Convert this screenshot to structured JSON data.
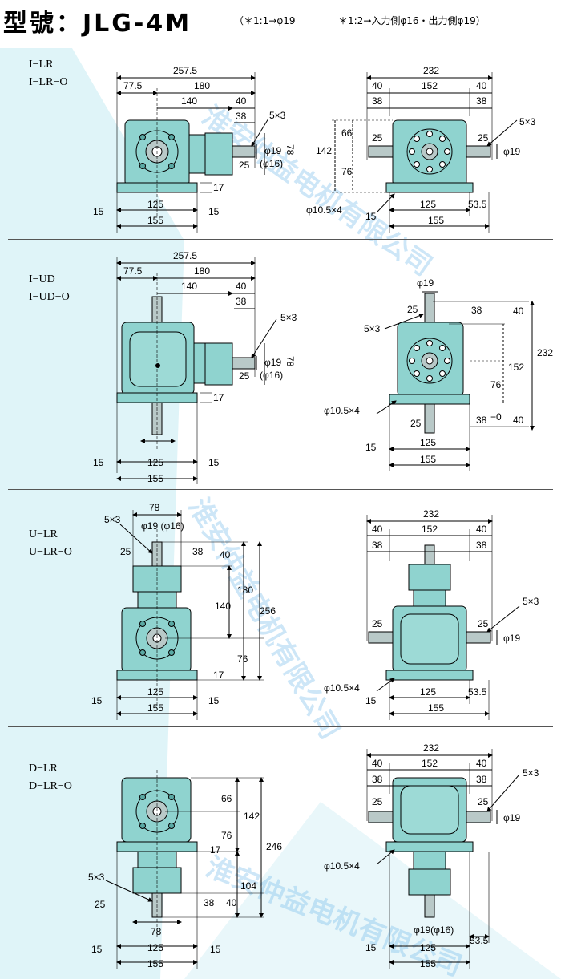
{
  "header": {
    "title": "型號：JLG-4M",
    "note1": "（＊1:1→φ19",
    "note2": "＊1:2→入力側φ16・出力側φ19）"
  },
  "watermark": {
    "text": "淮安仲益电机有限公司",
    "color": "#6fb6e8"
  },
  "colors": {
    "body": "#8fd3cf",
    "body_dark": "#5aa9a4",
    "shaft": "#b9c9c8",
    "background_tint": "#dff4f8",
    "line": "#000000"
  },
  "sections": [
    {
      "labels": [
        "I−LR",
        "I−LR−O"
      ],
      "left_dims": {
        "overall": "257.5",
        "a": "77.5",
        "b": "180",
        "c": "140",
        "d": "40",
        "e": "38",
        "key": "5×3",
        "dia1": "φ19",
        "dia2": "(φ16)",
        "shaft": "25",
        "h": "78",
        "base": "17",
        "w1": "125",
        "w2": "155",
        "side": "15"
      },
      "right_dims": {
        "overall": "232",
        "d40l": "40",
        "mid": "152",
        "d40r": "40",
        "d38l": "38",
        "d38r": "38",
        "h66": "66",
        "h142": "142",
        "h76": "76",
        "s25l": "25",
        "s25r": "25",
        "key": "5×3",
        "dia": "φ19",
        "hole": "φ10.5×4",
        "side": "15",
        "w1": "125",
        "off": "53.5",
        "w2": "155"
      }
    },
    {
      "labels": [
        "I−UD",
        "I−UD−O"
      ],
      "left_dims": {
        "overall": "257.5",
        "a": "77.5",
        "b": "180",
        "c": "140",
        "d": "40",
        "e": "38",
        "key": "5×3",
        "dia1": "φ19",
        "dia2": "(φ16)",
        "shaft": "25",
        "h": "78",
        "base": "17",
        "w1": "125",
        "w2": "155",
        "side": "15"
      },
      "right_dims": {
        "dia": "φ19",
        "s25": "25",
        "d38": "38",
        "d40": "40",
        "key": "5×3",
        "h232": "232",
        "h152": "152",
        "h76": "76",
        "hole": "φ10.5×4",
        "s25b": "25",
        "d38b": "38",
        "minus0": "−0",
        "d40b": "40",
        "side": "15",
        "w1": "125",
        "w2": "155"
      }
    },
    {
      "labels": [
        "U−LR",
        "U−LR−O"
      ],
      "left_dims": {
        "w78": "78",
        "key": "5×3",
        "dia": "φ19 (φ16)",
        "s25": "25",
        "d38": "38",
        "d40": "40",
        "h180": "180",
        "h140": "140",
        "h256": "256",
        "h76": "76",
        "base": "17",
        "side": "15",
        "w1": "125",
        "w2": "155"
      },
      "right_dims": {
        "overall": "232",
        "d40l": "40",
        "mid": "152",
        "d40r": "40",
        "d38l": "38",
        "d38r": "38",
        "key": "5×3",
        "s25l": "25",
        "s25r": "25",
        "dia": "φ19",
        "hole": "φ10.5×4",
        "side": "15",
        "w1": "125",
        "off": "53.5",
        "w2": "155"
      }
    },
    {
      "labels": [
        "D−LR",
        "D−LR−O"
      ],
      "left_dims": {
        "h66": "66",
        "h142": "142",
        "h76": "76",
        "h246": "246",
        "base": "17",
        "h104": "104",
        "key": "5×3",
        "s25": "25",
        "d38": "38",
        "d40": "40",
        "w78": "78",
        "side": "15",
        "w1": "125",
        "w2": "155"
      },
      "right_dims": {
        "overall": "232",
        "d40l": "40",
        "mid": "152",
        "d40r": "40",
        "d38l": "38",
        "d38r": "38",
        "key": "5×3",
        "s25l": "25",
        "s25r": "25",
        "dia": "φ19",
        "hole": "φ10.5×4",
        "dia2": "φ19(φ16)",
        "off": "53.5",
        "side": "15",
        "w1": "125",
        "w2": "155"
      }
    }
  ]
}
